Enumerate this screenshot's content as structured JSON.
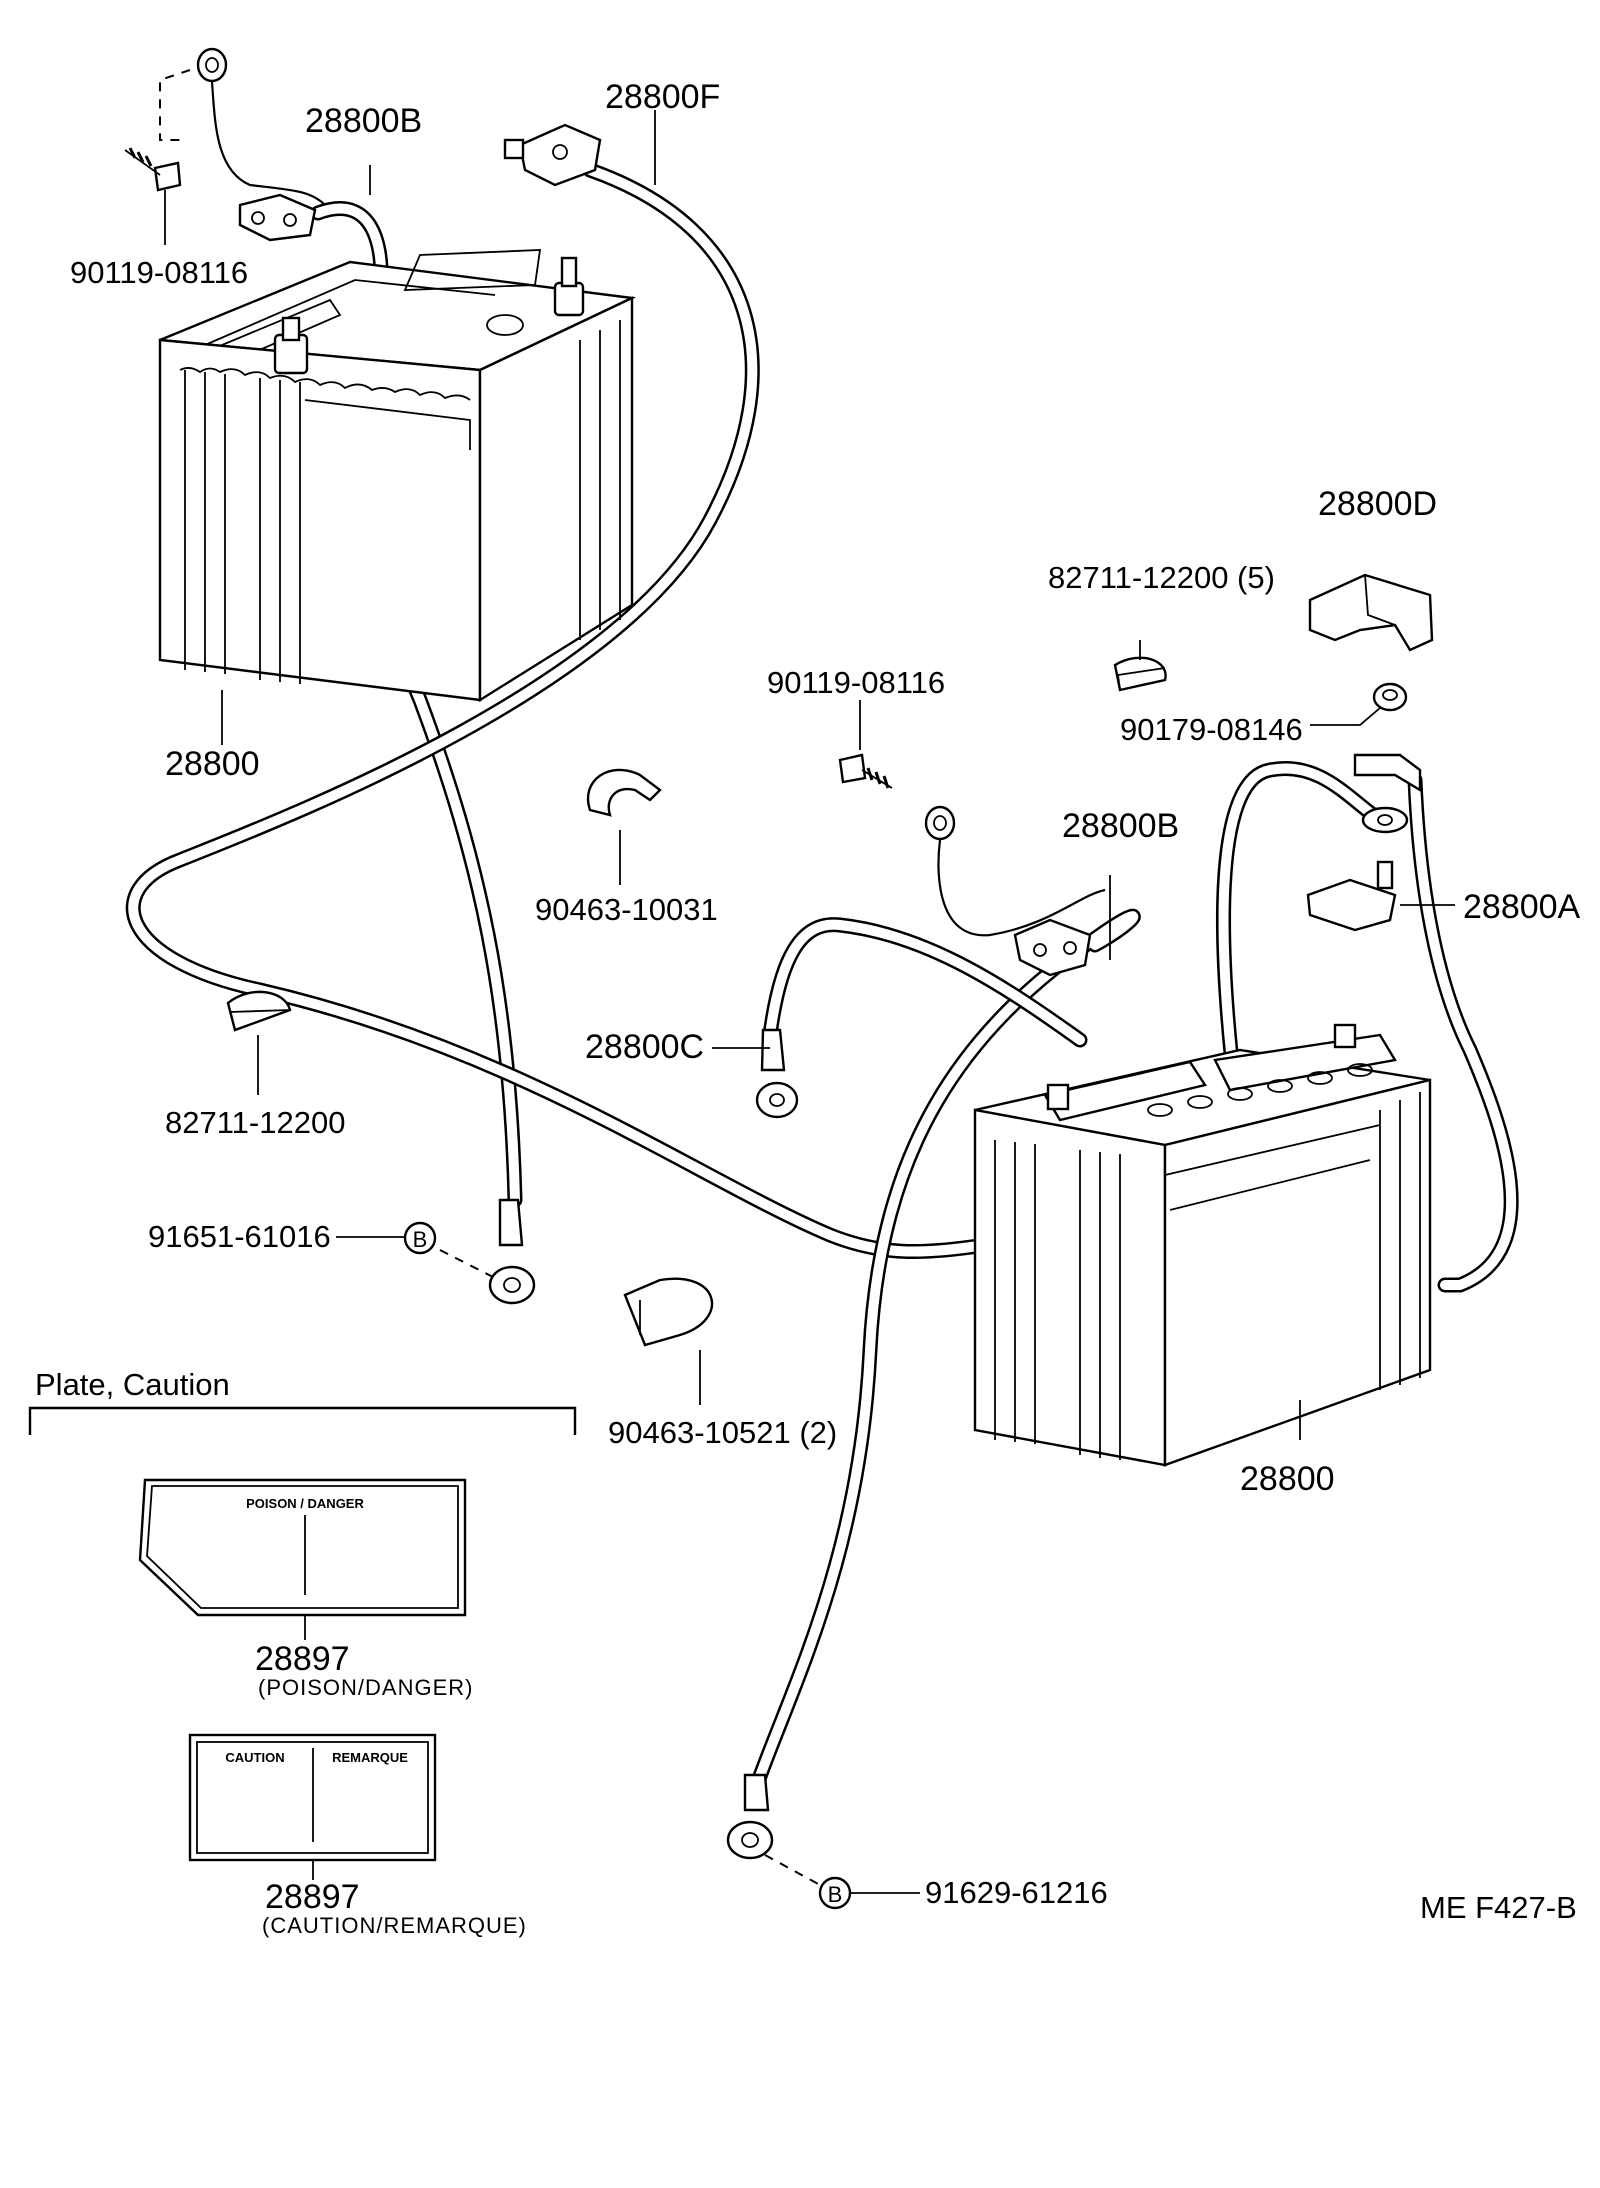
{
  "labels": {
    "top_left_bolt": "90119-08116",
    "cable_b_top": "28800B",
    "cable_f": "28800F",
    "battery_left": "28800",
    "clamp_d": "28800D",
    "clip_5": "82711-12200 (5)",
    "bolt_mid": "90119-08116",
    "nut": "90179-08146",
    "clamp_10031": "90463-10031",
    "cable_b_mid": "28800B",
    "terminal_a": "28800A",
    "cable_c": "28800C",
    "clip": "82711-12200",
    "bolt_b_left": "91651-61016",
    "clamp_10521": "90463-10521 (2)",
    "battery_right": "28800",
    "bolt_b_bottom": "91629-61216",
    "ref_code": "ME  F427-B",
    "b_marker": "B"
  },
  "plate_section": {
    "title": "Plate, Caution",
    "plate1": {
      "header": "POISON / DANGER",
      "part": "28897",
      "caption": "(POISON/DANGER)"
    },
    "plate2": {
      "header_left": "CAUTION",
      "header_right": "REMARQUE",
      "part": "28897",
      "caption": "(CAUTION/REMARQUE)"
    }
  }
}
